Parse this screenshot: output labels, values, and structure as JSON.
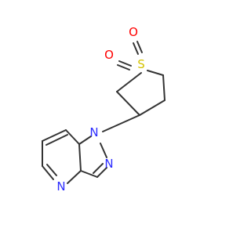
{
  "molecule": {
    "atoms": {
      "s": {
        "symbol": "S",
        "color": "#d4c300"
      },
      "o1": {
        "symbol": "O",
        "color": "#ff0000"
      },
      "o2": {
        "symbol": "O",
        "color": "#ff0000"
      },
      "n1": {
        "symbol": "N",
        "color": "#2b2bff"
      },
      "n2": {
        "symbol": "N",
        "color": "#2b2bff"
      },
      "n3": {
        "symbol": "N",
        "color": "#2b2bff"
      }
    },
    "bond_color": "#333333"
  }
}
